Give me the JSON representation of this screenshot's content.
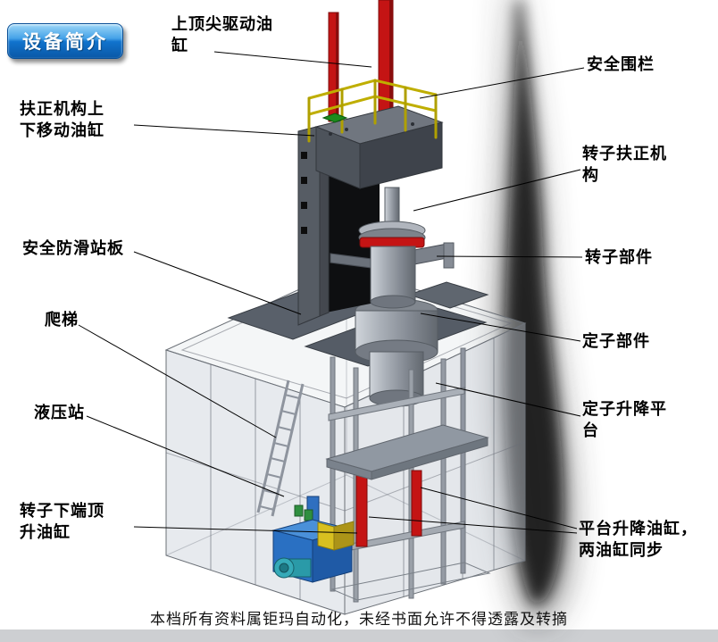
{
  "page": {
    "background": "#ffffff",
    "footer_text": "本档所有资料属钜玛自动化，未经书面允许不得透露及转摘"
  },
  "title_badge": {
    "label": "设备简介"
  },
  "callouts": [
    {
      "id": "top-center-drive-cylinder",
      "text": "上顶尖驱动油\n缸"
    },
    {
      "id": "safety-fence",
      "text": "安全围栏"
    },
    {
      "id": "centering-updown-cylinder",
      "text": "扶正机构上\n下移动油缸"
    },
    {
      "id": "rotor-centering-mechanism",
      "text": "转子扶正机\n构"
    },
    {
      "id": "anti-slip-platform",
      "text": "安全防滑站板"
    },
    {
      "id": "rotor-component",
      "text": "转子部件"
    },
    {
      "id": "ladder",
      "text": "爬梯"
    },
    {
      "id": "stator-component",
      "text": "定子部件"
    },
    {
      "id": "hydraulic-station",
      "text": "液压站"
    },
    {
      "id": "stator-lift-platform",
      "text": "定子升降平\n台"
    },
    {
      "id": "rotor-bottom-jack-cylinder",
      "text": "转子下端顶\n升油缸"
    },
    {
      "id": "platform-lift-cylinders",
      "text": "平台升降油缸，\n两油缸同步"
    }
  ],
  "colors": {
    "cylinder_red": "#c41414",
    "cylinder_red_dark": "#8a0d0d",
    "railing_yellow": "#bfae00",
    "safety_pad_green": "#1d8a1d",
    "plate_gray": "#59606a",
    "plate_gray2": "#555c66",
    "hydraulic_blue_top": "#4a90d9",
    "hydraulic_blue_front": "#2a70c2",
    "hydraulic_blue_side": "#1f5aa6",
    "pump_teal": "#2a9aa8",
    "valve_green": "#2f8f3f",
    "yellow_box": "#d8c020",
    "badge_blue": "#1272c8"
  },
  "diagram": {
    "description": "Isometric 3D CAD view of a vertical rotor-stator assembly machine inside a pit enclosure, with labeled hydraulic cylinders, safety fence, platforms, ladder and hydraulic power unit"
  }
}
